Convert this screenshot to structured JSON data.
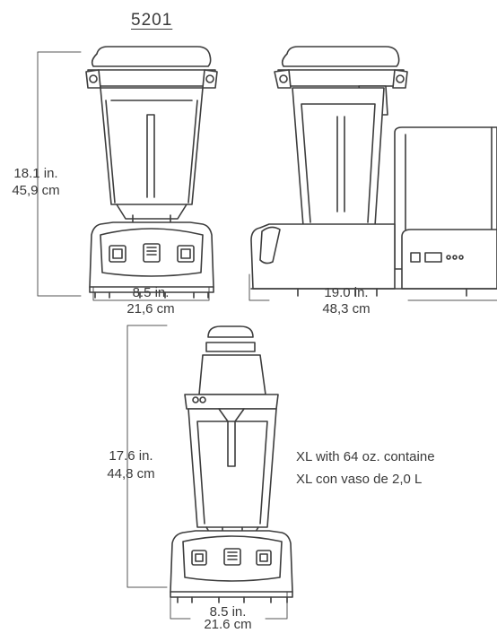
{
  "model": "5201",
  "front_view": {
    "height_in": "18.1 in.",
    "height_cm": "45,9 cm",
    "width_in": "8.5 in.",
    "width_cm": "21,6 cm"
  },
  "side_view": {
    "depth_in": "19.0 in.",
    "depth_cm": "48,3 cm"
  },
  "bottom_view": {
    "height_in": "17.6 in.",
    "height_cm": "44,8 cm",
    "width_in": "8.5 in.",
    "width_cm": "21.6 cm"
  },
  "caption": {
    "line1": "XL with 64 oz. containe",
    "line2": "XL con vaso de 2,0 L"
  },
  "colors": {
    "line": "#3d3d3d",
    "dim": "#555555",
    "text": "#3a3a3a"
  }
}
